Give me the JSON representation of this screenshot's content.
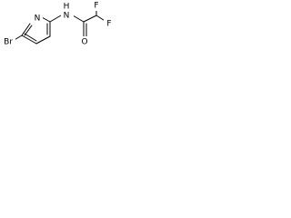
{
  "molecule": {
    "atoms": {
      "br": "Br",
      "n_ring": "N",
      "n_amide": "N",
      "h_amide": "H",
      "o": "O",
      "f_top": "F",
      "f_bottom": "F"
    },
    "colors": {
      "bond": "#000000",
      "label": "#000000",
      "background": "#ffffff"
    }
  }
}
